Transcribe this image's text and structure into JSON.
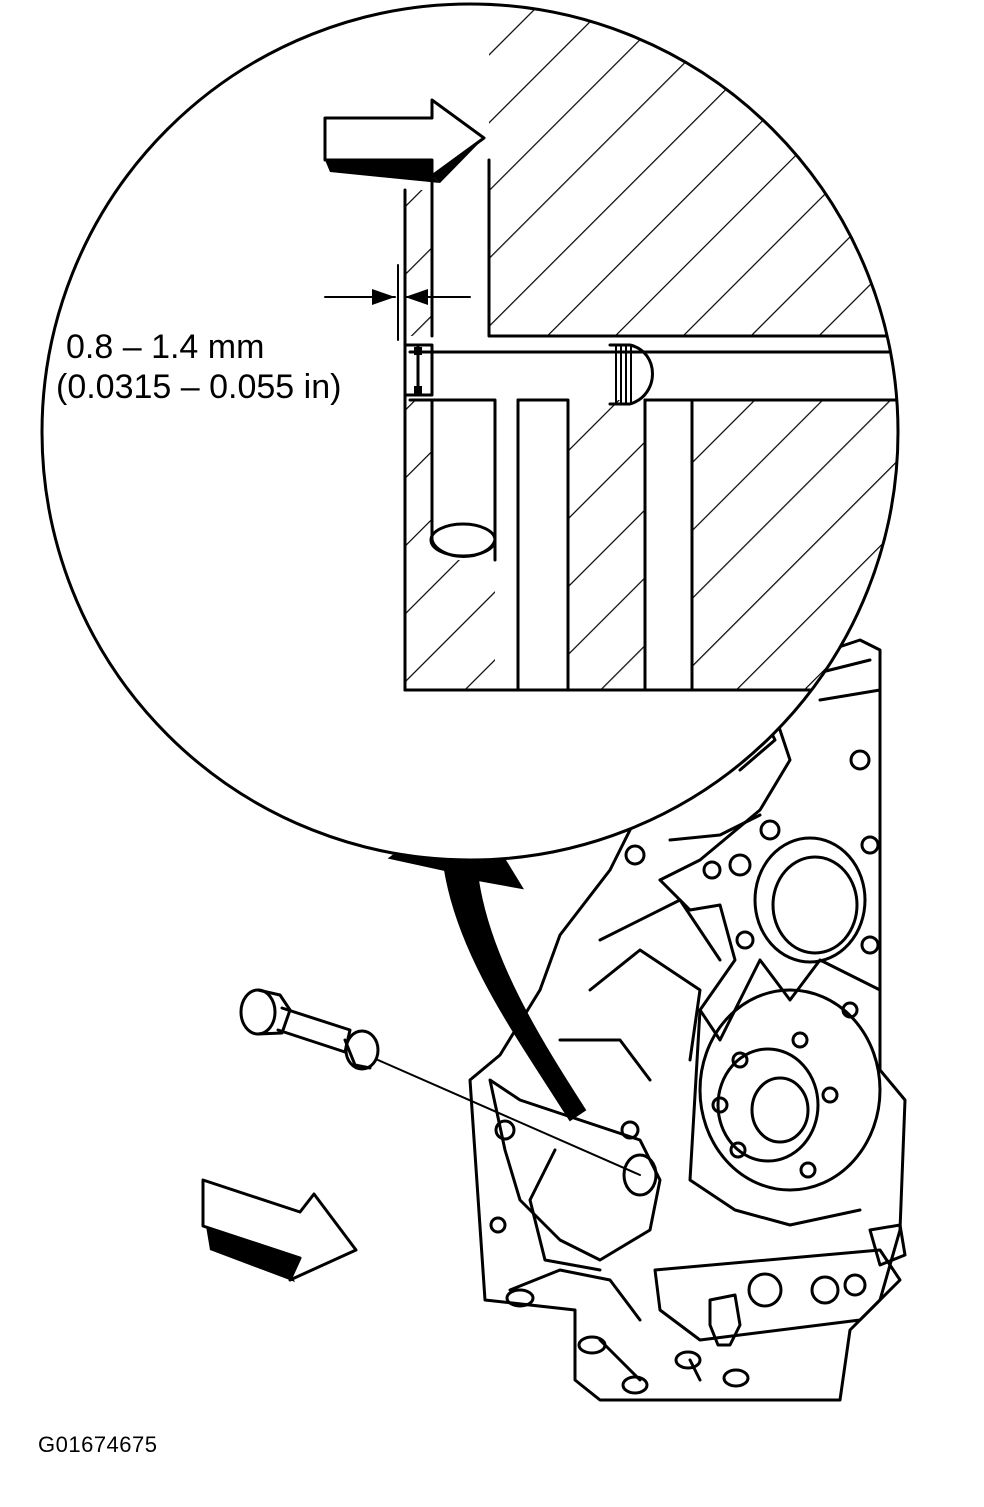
{
  "diagram": {
    "dimension_mm": "0.8 – 1.4 mm",
    "dimension_in": "(0.0315 – 0.055 in)",
    "figure_id": "G01674675"
  }
}
